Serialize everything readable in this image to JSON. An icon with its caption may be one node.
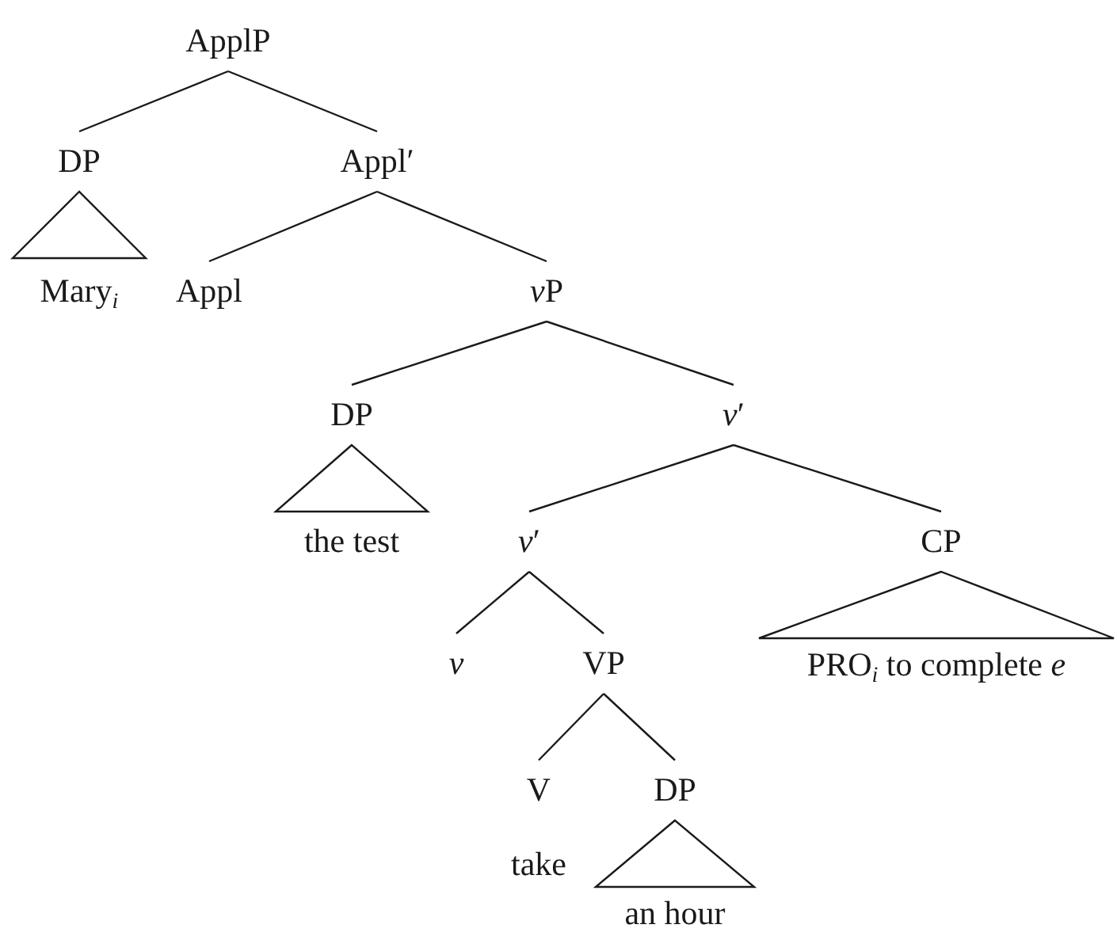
{
  "diagram": {
    "nodes": [
      {
        "text": [
          "ApplP"
        ]
      },
      {
        "text": [
          "DP"
        ]
      },
      {
        "text": [
          "Appl′"
        ]
      },
      {
        "text": [
          "Mary$_{i}$"
        ]
      },
      {
        "text": [
          "Appl"
        ]
      },
      {
        "text": [
          "vP"
        ]
      },
      {
        "text": [
          "DP"
        ]
      },
      {
        "text": [
          "v′"
        ]
      },
      {
        "text": [
          "the test"
        ]
      },
      {
        "text": [
          "v′"
        ]
      },
      {
        "text": [
          "CP"
        ]
      },
      {
        "text": [
          "v"
        ]
      },
      {
        "text": [
          "VP"
        ]
      },
      {
        "text": [
          "PRO$_{i}$ to complete *e*"
        ]
      },
      {
        "text": [
          "V"
        ]
      },
      {
        "text": [
          "DP"
        ]
      },
      {
        "text": [
          "an hour"
        ]
      }
    ],
    "edges": [
      {
        "from": 0,
        "to": 1,
        "arrow": "none"
      },
      {
        "from": 0,
        "to": 2,
        "arrow": "none"
      },
      {
        "from": 1,
        "to": 3,
        "arrow": "none"
      },
      {
        "from": 2,
        "to": 4,
        "arrow": "none"
      },
      {
        "from": 2,
        "to": 5,
        "arrow": "none"
      },
      {
        "from": 5,
        "to": 6,
        "arrow": "none"
      },
      {
        "from": 5,
        "to": 7,
        "arrow": "none"
      },
      {
        "from": 6,
        "to": 8,
        "arrow": "none"
      },
      {
        "from": 7,
        "to": 9,
        "arrow": "none"
      },
      {
        "from": 7,
        "to": 10,
        "arrow": "none"
      },
      {
        "from": 10,
        "to": 13,
        "arrow": "none"
      },
      {
        "from": 9,
        "to": 11,
        "arrow": "none"
      },
      {
        "from": 9,
        "to": 12,
        "arrow": "none"
      },
      {
        "from": 12,
        "to": 14,
        "arrow": "none"
      },
      {
        "from": 12,
        "to": 15,
        "arrow": "none"
      },
      {
        "from": 15,
        "to": 16,
        "arrow": "none"
      }
    ],
    "labels": [
      "take"
    ]
  }
}
